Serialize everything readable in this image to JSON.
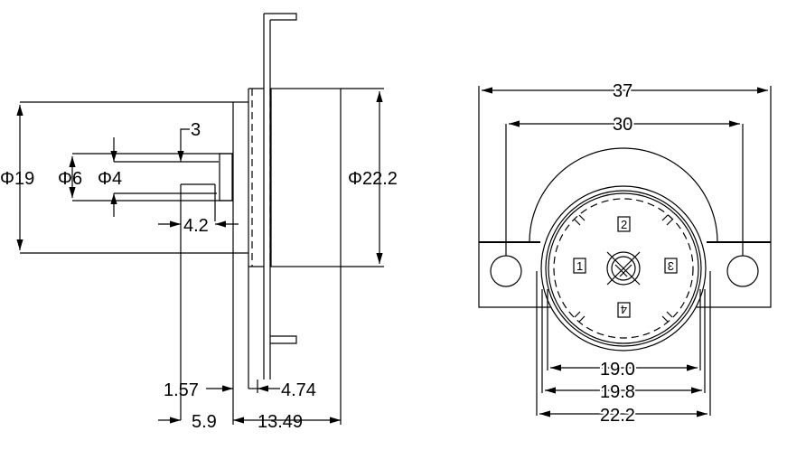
{
  "side_view": {
    "dia_outer": "Φ19",
    "dia_shaft": "Φ6",
    "dia_bore": "Φ4",
    "depth": "3",
    "shaft_len": "4.2",
    "dia_body": "Φ22.2",
    "flange_t": "1.57",
    "plate_t": "4.74",
    "rear_len": "5.9",
    "body_len": "13.49"
  },
  "front_view": {
    "width_total": "37",
    "hole_pitch": "30",
    "d1": "19.0",
    "d2": "19.8",
    "d3": "22.2",
    "pins": [
      "1",
      "2",
      "3",
      "4"
    ]
  }
}
